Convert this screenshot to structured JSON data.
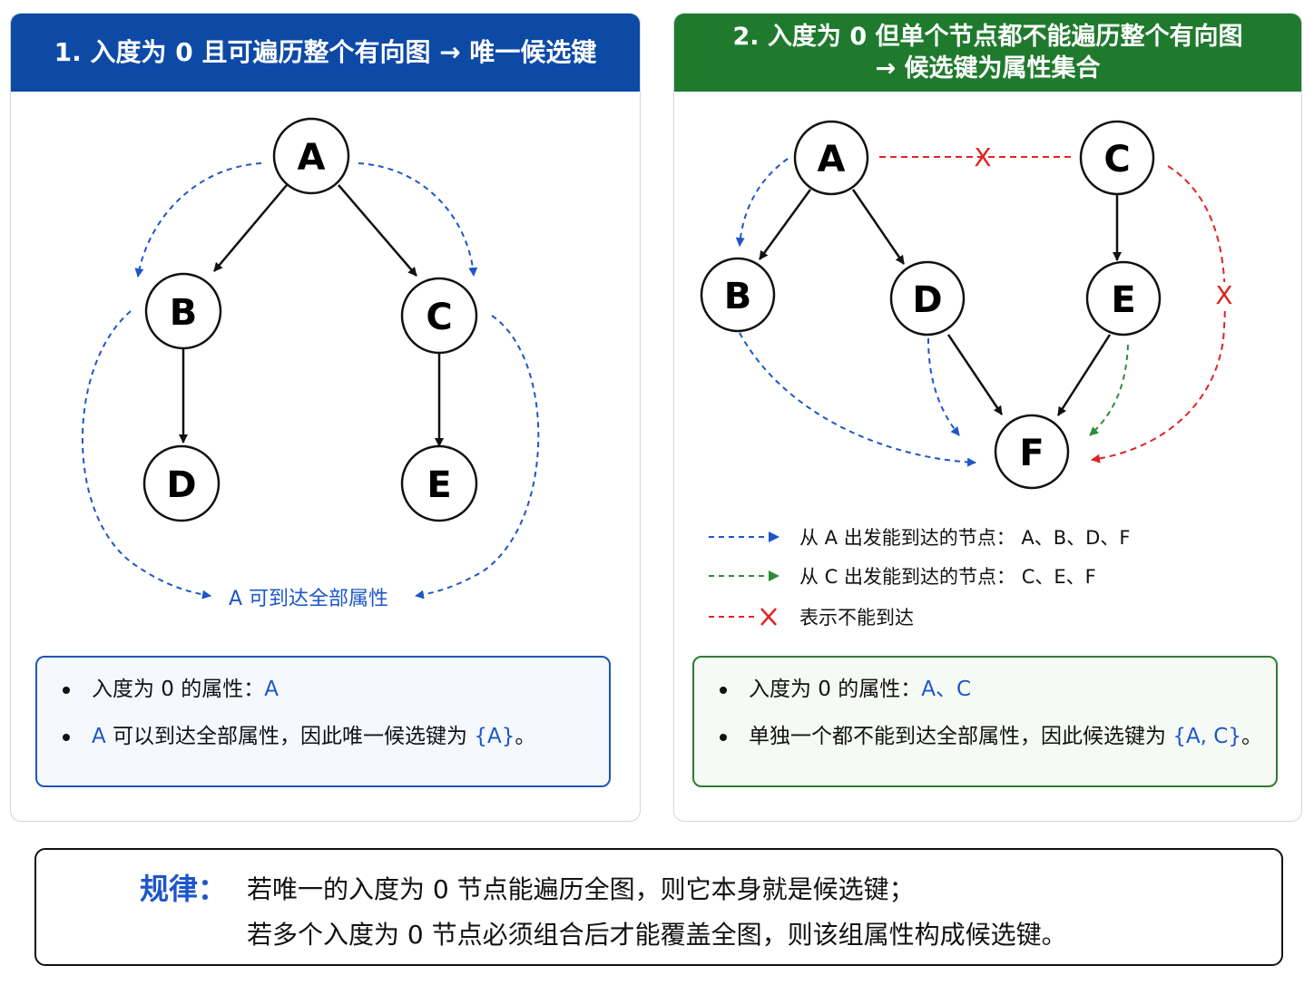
{
  "panel1": {
    "title": "1. 入度为 0 且可遍历整个有向图 → 唯一候选键",
    "nodes": [
      "A",
      "B",
      "C",
      "D",
      "E"
    ],
    "reach_label": "A 可到达全部属性",
    "bullets": [
      {
        "text": "入度为 0 的属性：",
        "highlight": "A",
        "suffix": ""
      },
      {
        "prefix": "A",
        "text": " 可以到达全部属性，因此唯一候选键为 ",
        "highlight": "{A}",
        "suffix": "。"
      }
    ]
  },
  "panel2": {
    "title_line1": "2. 入度为 0 但单个节点都不能遍历整个有向图",
    "title_line2": "→ 候选键为属性集合",
    "nodes": [
      "A",
      "C",
      "B",
      "D",
      "E",
      "F"
    ],
    "cross_mark": "X",
    "legend": [
      {
        "text": "从 A 出发能到达的节点：  A、B、D、F",
        "color": "#1d56c8"
      },
      {
        "text": "从 C 出发能到达的节点：  C、E、F",
        "color": "#2e8b3a"
      },
      {
        "text": "表示不能到达",
        "color": "#e02424"
      }
    ],
    "bullets": [
      {
        "text": "入度为 0 的属性：",
        "highlight": "A、C",
        "suffix": ""
      },
      {
        "text": "单独一个都不能到达全部属性，因此候选键为 ",
        "highlight": "{A, C}",
        "suffix": "。"
      }
    ]
  },
  "rule": {
    "title": "规律：",
    "line1": "若唯一的入度为 0 节点能遍历全图，则它本身就是候选键；",
    "line2": "若多个入度为 0 节点必须组合后才能覆盖全图，则该组属性构成候选键。"
  },
  "colors": {
    "blue": "#1d56c8",
    "green": "#2e8b3a",
    "red": "#e02424",
    "header_blue": "#0d4aa6",
    "header_green": "#1f7a2e"
  }
}
